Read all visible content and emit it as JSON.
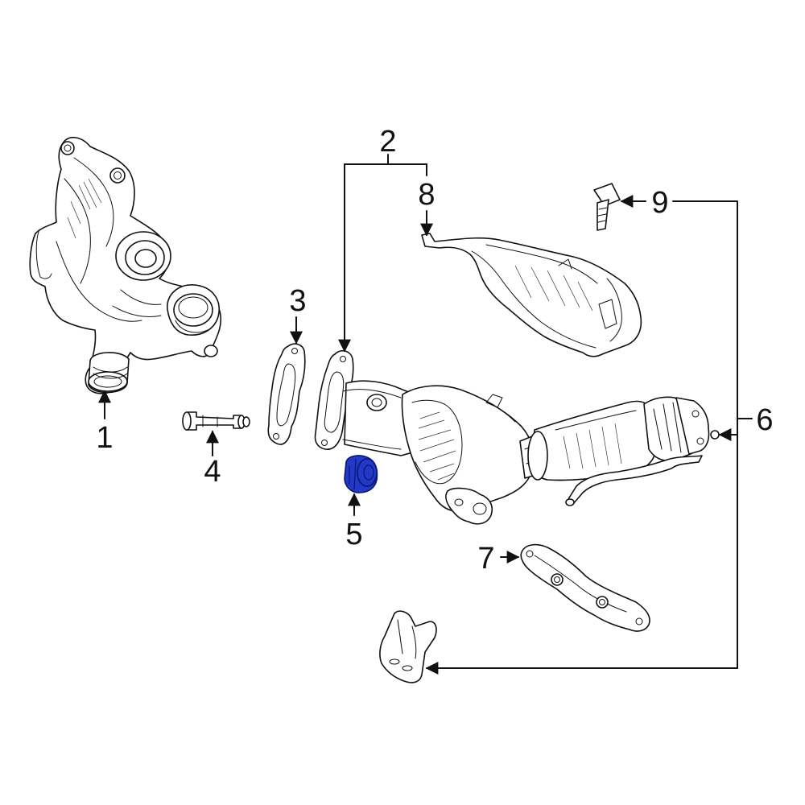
{
  "diagram": {
    "highlight_color": "#2238c8",
    "callouts": [
      {
        "id": "1",
        "label": "1"
      },
      {
        "id": "2",
        "label": "2"
      },
      {
        "id": "3",
        "label": "3"
      },
      {
        "id": "4",
        "label": "4"
      },
      {
        "id": "5",
        "label": "5"
      },
      {
        "id": "6",
        "label": "6"
      },
      {
        "id": "7",
        "label": "7"
      },
      {
        "id": "8",
        "label": "8"
      },
      {
        "id": "9",
        "label": "9"
      }
    ],
    "highlighted_part": "5"
  }
}
